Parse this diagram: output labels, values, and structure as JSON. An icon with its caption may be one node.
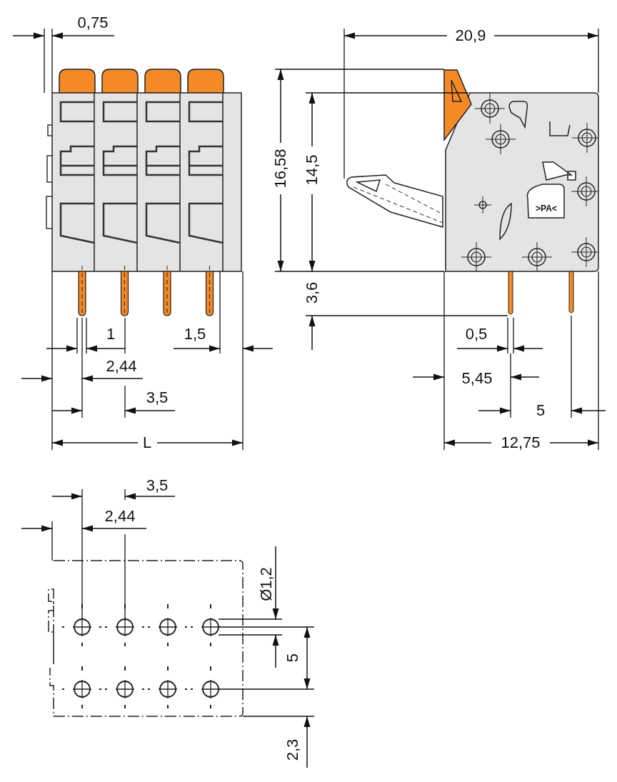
{
  "diagram": {
    "labels": [
      "0,75",
      "20,9",
      "16,58",
      "14,5",
      "3,6",
      "1",
      "1,5",
      "0,5",
      "2,44",
      "5,45",
      "3,5",
      "5",
      "L",
      "12,75",
      ">PA<",
      "3,5",
      "2,44",
      "Ø1,2",
      "5",
      "2,3"
    ]
  }
}
